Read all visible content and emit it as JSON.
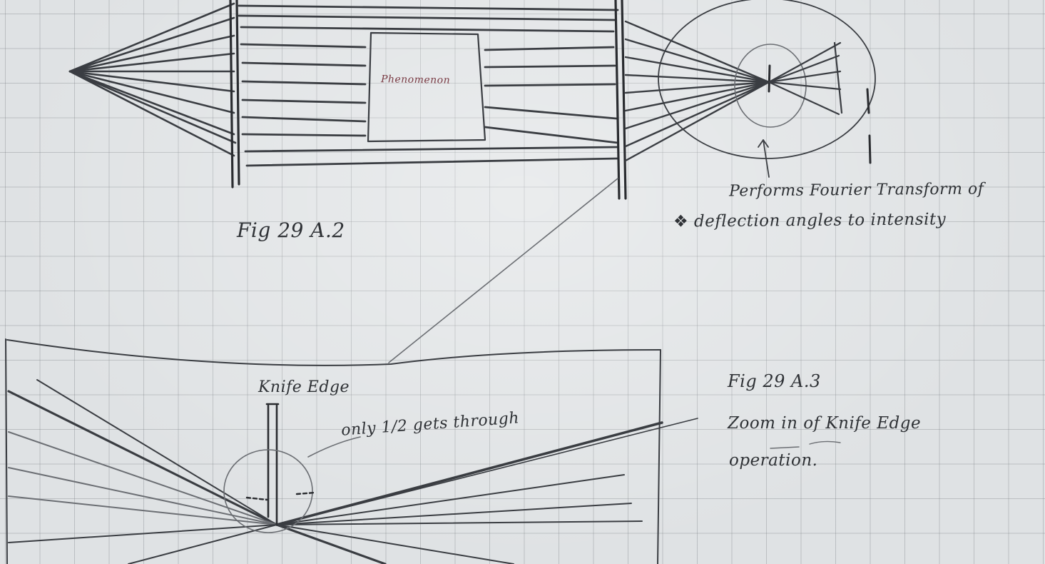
{
  "labels": {
    "phenomenon": "Phenomenon",
    "fig_a2": "Fig 29 A.2",
    "fourier_line1": "Performs Fourier Transform of",
    "fourier_line2": "deflection angles to intensity",
    "knife_edge": "Knife Edge",
    "half_through": "only 1/2 gets through",
    "fig_a3": "Fig 29 A.3",
    "zoom_line1": "Zoom in of Knife Edge",
    "zoom_line2": "operation."
  },
  "colors": {
    "paper": "#dfe2e4",
    "grid": "#7a7f84",
    "pencil": "#3a3d42"
  }
}
